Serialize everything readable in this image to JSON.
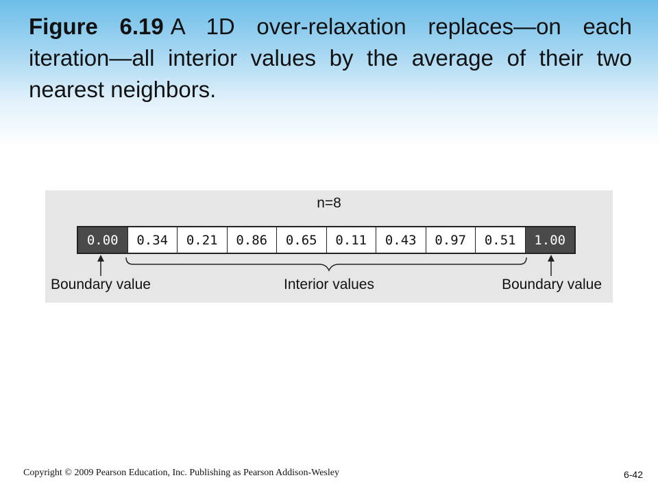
{
  "slide": {
    "figure_label": "Figure 6.19",
    "caption": "A 1D over-relaxation replaces—on each iteration—all interior values by the average of their two nearest neighbors."
  },
  "diagram": {
    "n_label": "n=8",
    "cells": [
      {
        "value": "0.00",
        "kind": "boundary"
      },
      {
        "value": "0.34",
        "kind": "interior"
      },
      {
        "value": "0.21",
        "kind": "interior"
      },
      {
        "value": "0.86",
        "kind": "interior"
      },
      {
        "value": "0.65",
        "kind": "interior"
      },
      {
        "value": "0.11",
        "kind": "interior"
      },
      {
        "value": "0.43",
        "kind": "interior"
      },
      {
        "value": "0.97",
        "kind": "interior"
      },
      {
        "value": "0.51",
        "kind": "interior"
      },
      {
        "value": "1.00",
        "kind": "boundary"
      }
    ],
    "left_label": "Boundary value",
    "center_label": "Interior values",
    "right_label": "Boundary value"
  },
  "footer": {
    "copyright": "Copyright © 2009 Pearson Education, Inc. Publishing as Pearson Addison-Wesley",
    "page": "6-42"
  }
}
